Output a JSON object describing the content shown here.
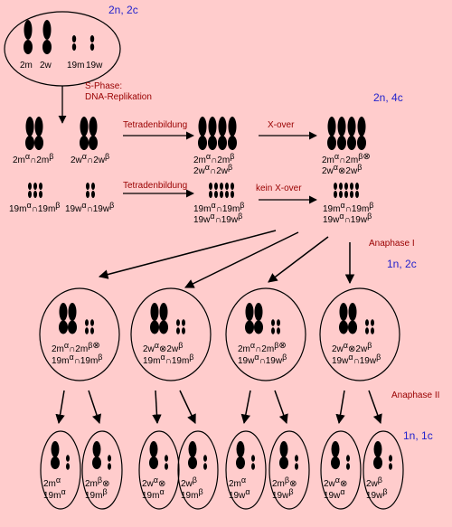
{
  "colors": {
    "background": "#ffcccc",
    "stage_label": "#2222cc",
    "process_label": "#990000",
    "ink": "#000000"
  },
  "ploidy": {
    "top": "2n, 2c",
    "after_s": "2n, 4c",
    "after_anaphase1": "1n, 2c",
    "after_anaphase2": "1n, 1c"
  },
  "start_cell": {
    "labels": [
      "2m",
      "2w",
      "19m",
      "19w"
    ]
  },
  "s_phase": {
    "line1": "S-Phase:",
    "line2": "DNA-Replikation"
  },
  "steps": {
    "tetrad_1": "Tetradenbildung",
    "tetrad_2": "Tetradenbildung",
    "crossover": "X-over",
    "no_crossover": "kein X-over",
    "anaphase1": "Anaphase I",
    "anaphase2": "Anaphase II"
  },
  "symbols": {
    "alpha": "α",
    "beta": "β",
    "cap": "∩",
    "xo": "⊗"
  },
  "chromosome_labels": {
    "m2": "2m",
    "w2": "2w",
    "m19": "19m",
    "w19": "19w"
  }
}
